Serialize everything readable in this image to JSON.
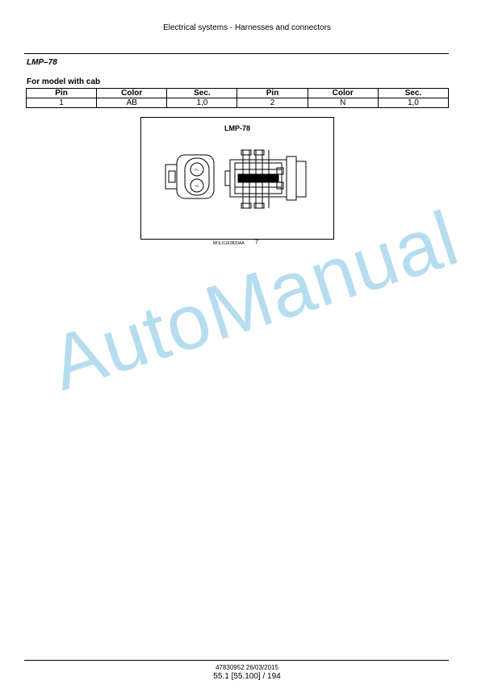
{
  "header": {
    "title": "Electrical systems - Harnesses and connectors"
  },
  "section": {
    "title": "LMP–78",
    "model_label": "For model with cab"
  },
  "table": {
    "headers": [
      "Pin",
      "Color",
      "Sec.",
      "Pin",
      "Color",
      "Sec."
    ],
    "rows": [
      [
        "1",
        "AB",
        "1,0",
        "2",
        "N",
        "1,0"
      ]
    ]
  },
  "figure": {
    "title": "LMP-78",
    "pin_labels": [
      "P1",
      "P2"
    ],
    "caption": "MOLI11K0820AA",
    "number": "7"
  },
  "watermark": "AutoManual",
  "footer": {
    "doc_id": "47830952 26/03/2015",
    "page": "55.1 [55.100] / 194"
  }
}
